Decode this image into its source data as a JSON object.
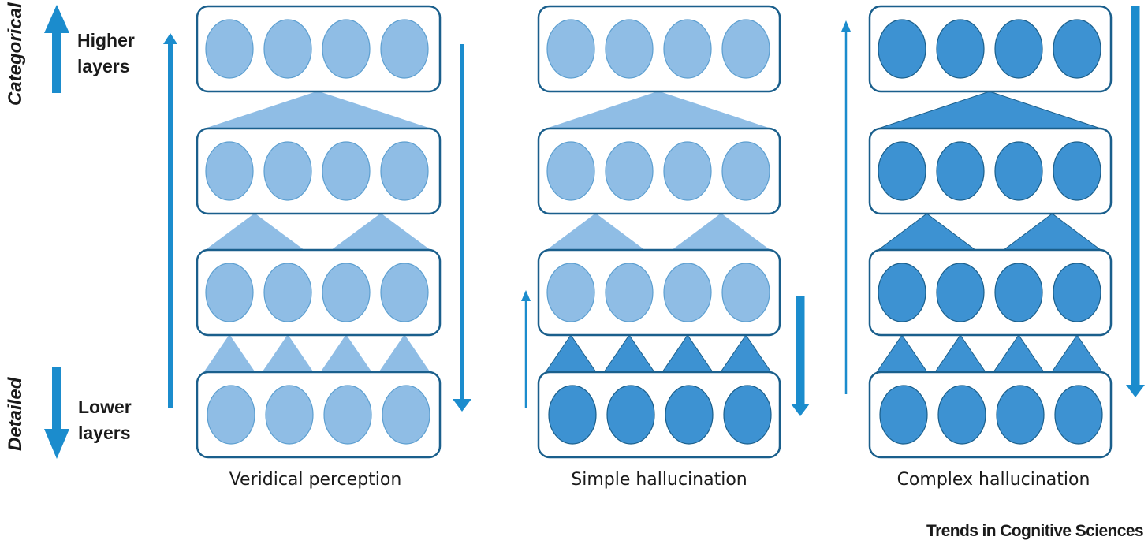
{
  "left_axis": {
    "top_label": "Categorical",
    "bottom_label": "Detailed",
    "higher": "Higher\nlayers",
    "lower": "Lower\nlayers"
  },
  "panels": [
    {
      "caption": "Veridical perception",
      "active_layers": [],
      "up_arrow": "full",
      "down_arrow": "full"
    },
    {
      "caption": "Simple hallucination",
      "active_layers": [
        "bottom-layer",
        "lower-connections"
      ],
      "up_arrow": "short",
      "down_arrow": "short"
    },
    {
      "caption": "Complex hallucination",
      "active_layers": [
        "all"
      ],
      "up_arrow": "full",
      "down_arrow": "full"
    }
  ],
  "colors": {
    "light_fill": "#8fbde5",
    "dark_fill": "#3d92d2",
    "outline": "#1a5f8c",
    "arrow": "#1b8ccd"
  },
  "journal": "Trends in Cognitive Sciences"
}
